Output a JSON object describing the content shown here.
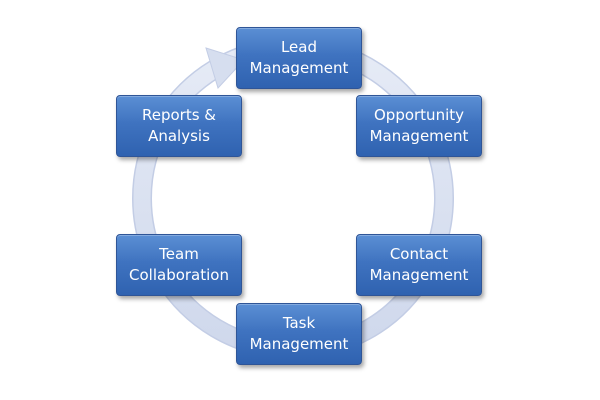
{
  "diagram": {
    "cycle_direction": "clockwise",
    "colors": {
      "box_fill": "#4472c4",
      "box_border": "#2f5597",
      "box_text": "#ffffff",
      "ring": "#dde4f2",
      "ring_edge": "#c3cde5"
    },
    "nodes": [
      {
        "id": "lead",
        "label": "Lead\nManagement"
      },
      {
        "id": "opportunity",
        "label": "Opportunity\nManagement"
      },
      {
        "id": "contact",
        "label": "Contact\nManagement"
      },
      {
        "id": "task",
        "label": "Task\nManagement"
      },
      {
        "id": "team",
        "label": "Team\nCollaboration"
      },
      {
        "id": "reports",
        "label": "Reports &\nAnalysis"
      }
    ]
  }
}
